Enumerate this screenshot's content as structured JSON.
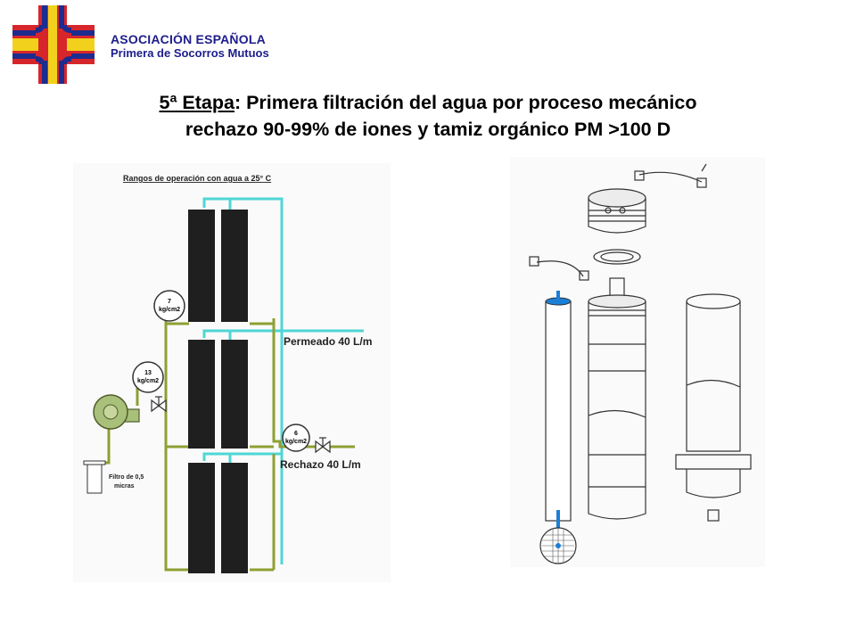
{
  "header": {
    "org_name": "ASOCIACIÓN ESPAÑOLA",
    "org_subtitle": "Primera de Socorros Mutuos"
  },
  "title": {
    "stage": "5ª Etapa",
    "line1_rest": ": Primera filtración del agua por proceso mecánico",
    "line2": "rechazo 90-99% de iones y tamiz orgánico PM  >100 D"
  },
  "left_diagram": {
    "heading": "Rangos de operación con agua a 25° C",
    "gauge_top": {
      "value": "7",
      "unit": "kg/cm2"
    },
    "gauge_mid": {
      "value": "13",
      "unit": "kg/cm2"
    },
    "gauge_right": {
      "value": "6",
      "unit": "kg/cm2"
    },
    "permeate_label": "Permeado 40 L/m",
    "reject_label": "Rechazo 40 L/m",
    "filter_label_1": "Filtro de 0,5",
    "filter_label_2": "micras"
  },
  "colors": {
    "logo_red": "#d7262b",
    "logo_yellow": "#f2d11d",
    "logo_blue": "#1d2c8f",
    "org_text": "#1d1d8c",
    "pipe_cyan": "#4fd6d6",
    "pipe_olive": "#8ea033",
    "membrane": "#1f1f1f",
    "pump_green": "#a9c07a",
    "accent_blue": "#1b7fd6"
  }
}
